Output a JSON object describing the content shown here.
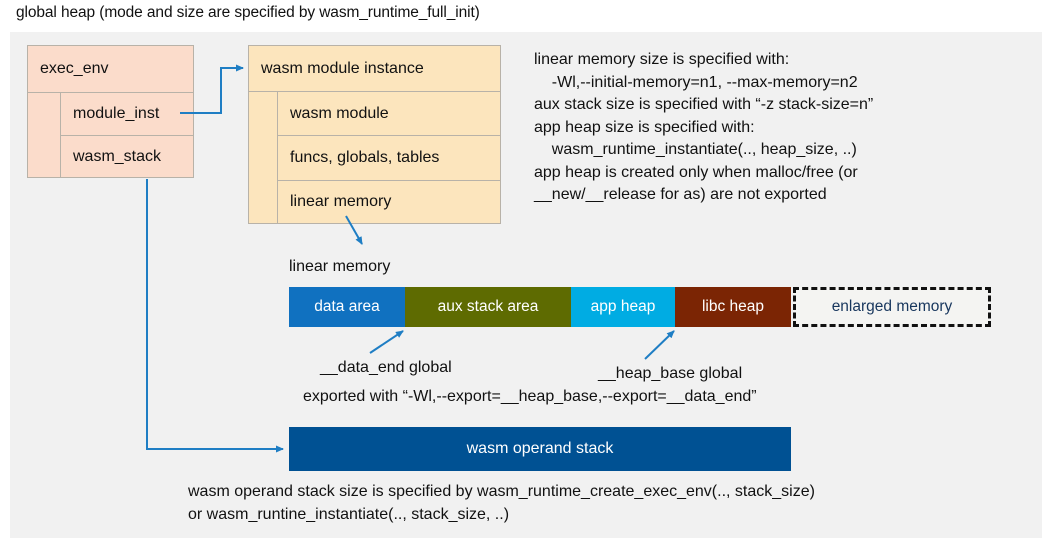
{
  "title": "global heap (mode and size are specified by wasm_runtime_full_init)",
  "exec_env": {
    "header": "exec_env",
    "rows": [
      "module_inst",
      "wasm_stack"
    ]
  },
  "module_instance": {
    "header": "wasm module instance",
    "rows": [
      "wasm module",
      "funcs, globals, tables",
      "linear memory"
    ]
  },
  "notes": {
    "right": "linear memory size is specified with:\n    -Wl,--initial-memory=n1, --max-memory=n2\naux stack size is specified with “-z stack-size=n”\napp heap size is specified with:\n    wasm_runtime_instantiate(.., heap_size, ..)\napp heap is created only when malloc/free (or\n__new/__release for as) are not exported",
    "data_end": "__data_end global",
    "heap_base": "__heap_base global",
    "exported": "exported with “-Wl,--export=__heap_base,--export=__data_end”",
    "bottom": "wasm operand stack size is specified by wasm_runtime_create_exec_env(.., stack_size)\nor wasm_runtine_instantiate(.., stack_size, ..)"
  },
  "linear_memory": {
    "label": "linear memory",
    "segments": [
      {
        "name": "data area",
        "color": "#1071c0"
      },
      {
        "name": "aux stack area",
        "color": "#5e6b01"
      },
      {
        "name": "app heap",
        "color": "#00ace3"
      },
      {
        "name": "libc heap",
        "color": "#7b2504"
      },
      {
        "name": "enlarged memory",
        "color": "#f4f4f2"
      }
    ]
  },
  "operand_stack": {
    "label": "wasm operand stack",
    "color": "#005193"
  },
  "colors": {
    "panel_bg": "#f1f1f1",
    "exec_env_fill": "#fbdccb",
    "module_fill": "#fce5bd",
    "box_border": "#b8b2a8",
    "arrow": "#1f7ec4"
  }
}
